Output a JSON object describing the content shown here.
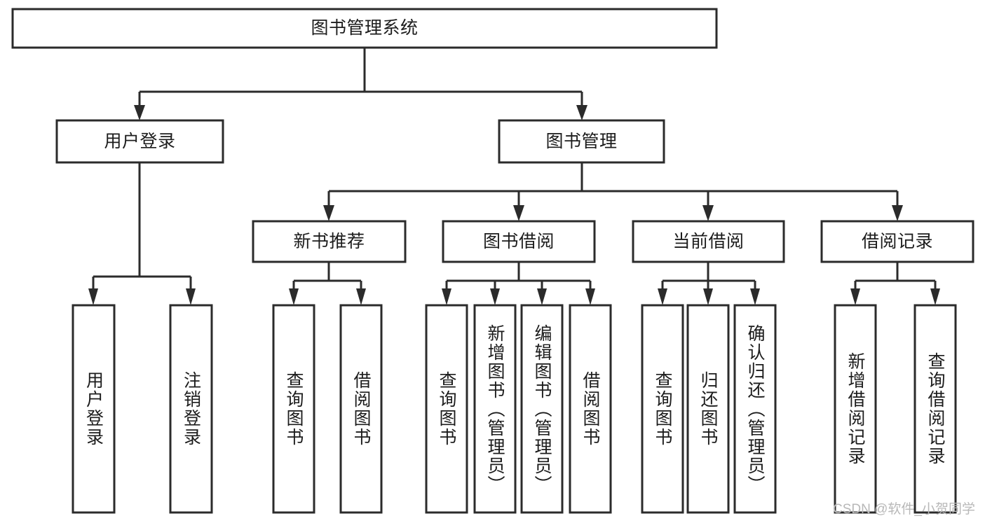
{
  "diagram": {
    "title_text": "图书管理系统",
    "type": "tree-hierarchy",
    "colors": {
      "stroke": "#2b2b2b",
      "box_fill": "#ffffff",
      "text": "#1c1c1c",
      "background": "#ffffff",
      "watermark": "#b8b8b8"
    },
    "root": {
      "label": "图书管理系统"
    },
    "level2": [
      {
        "label": "用户登录"
      },
      {
        "label": "图书管理"
      }
    ],
    "level3": [
      {
        "label": "新书推荐"
      },
      {
        "label": "图书借阅"
      },
      {
        "label": "当前借阅"
      },
      {
        "label": "借阅记录"
      }
    ],
    "leaves": {
      "user_login": [
        {
          "label": "用户登录"
        },
        {
          "label": "注销登录"
        }
      ],
      "new_book_recommend": [
        {
          "label": "查询图书"
        },
        {
          "label": "借阅图书"
        }
      ],
      "book_borrow": [
        {
          "label": "查询图书"
        },
        {
          "label": "新增图书（管理员）"
        },
        {
          "label": "编辑图书（管理员）"
        },
        {
          "label": "借阅图书"
        }
      ],
      "current_borrow": [
        {
          "label": "查询图书"
        },
        {
          "label": "归还图书"
        },
        {
          "label": "确认归还（管理员）"
        }
      ],
      "borrow_records": [
        {
          "label": "新增借阅记录"
        },
        {
          "label": "查询借阅记录"
        }
      ]
    }
  },
  "watermark": {
    "text": "CSDN @软件_小贺同学"
  }
}
